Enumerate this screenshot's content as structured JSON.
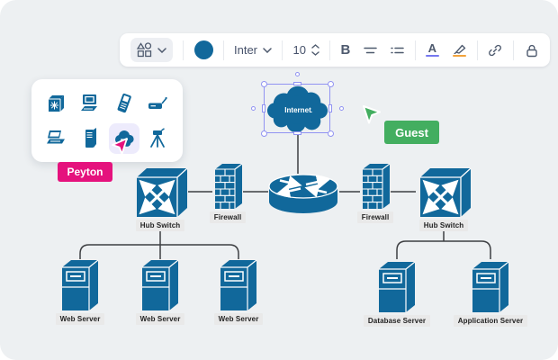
{
  "colors": {
    "canvas_bg": "#edf0f2",
    "shape_fill": "#11689B",
    "selection": "#9193F2",
    "text_color_underline": "#7678F0",
    "highlight_underline": "#F2A33C",
    "peyton": "#E5127D",
    "guest": "#43AE60",
    "label_chip_bg": "#e9e9e9"
  },
  "toolbar": {
    "shape_picker_icon": "shapes-icon",
    "fill_color": "#11689B",
    "font_family": "Inter",
    "font_size": "10",
    "bold_label": "B",
    "text_color_label": "A",
    "icons": [
      "shapes-icon",
      "chevron-down-icon",
      "fill-color-swatch",
      "font-chevron-icon",
      "size-stepper-icons",
      "bold",
      "align-icon",
      "list-icon",
      "text-color",
      "highlighter-icon",
      "link-icon",
      "lock-icon"
    ]
  },
  "palette": {
    "icons": [
      {
        "name": "hub-icon",
        "selected": false
      },
      {
        "name": "workstation-icon",
        "selected": false
      },
      {
        "name": "pda-icon",
        "selected": false
      },
      {
        "name": "modem-icon",
        "selected": false
      },
      {
        "name": "laptop-icon",
        "selected": false
      },
      {
        "name": "server-tower-icon",
        "selected": false
      },
      {
        "name": "cloud-icon",
        "selected": true
      },
      {
        "name": "scanner-tripod-icon",
        "selected": false
      }
    ]
  },
  "collaborators": [
    {
      "name": "Peyton",
      "color": "#E5127D"
    },
    {
      "name": "Guest",
      "color": "#43AE60"
    }
  ],
  "diagram": {
    "nodes": {
      "internet": {
        "label": "Internet",
        "selected": true
      },
      "router": {
        "label": ""
      },
      "firewall_left": {
        "label": "Firewall"
      },
      "firewall_right": {
        "label": "Firewall"
      },
      "hub_left": {
        "label": "Hub Switch"
      },
      "hub_right": {
        "label": "Hub Switch"
      },
      "web1": {
        "label": "Web Server"
      },
      "web2": {
        "label": "Web Server"
      },
      "web3": {
        "label": "Web Server"
      },
      "db": {
        "label": "Database Server"
      },
      "app": {
        "label": "Application Server"
      }
    }
  }
}
